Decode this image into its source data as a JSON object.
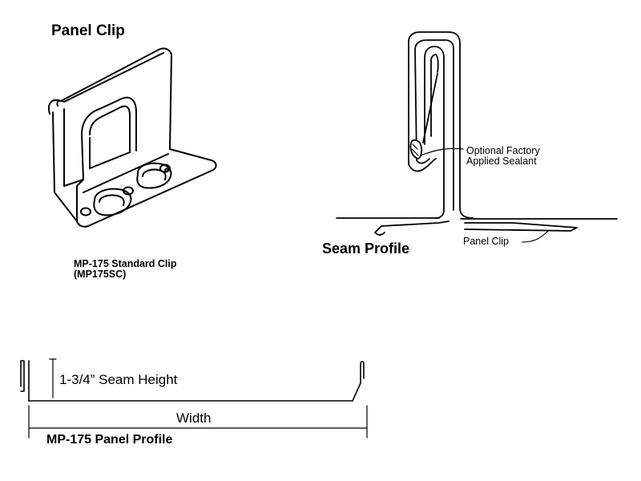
{
  "panel_clip": {
    "title": "Panel Clip",
    "caption_line1": "MP-175 Standard Clip",
    "caption_line2": "(MP175SC)"
  },
  "seam_profile": {
    "title": "Seam Profile",
    "sealant_line1": "Optional Factory",
    "sealant_line2": "Applied Sealant",
    "clip_label": "Panel Clip"
  },
  "panel_profile": {
    "title": "MP-175 Panel  Profile",
    "seam_height": "1-3/4” Seam Height",
    "width": "Width"
  }
}
